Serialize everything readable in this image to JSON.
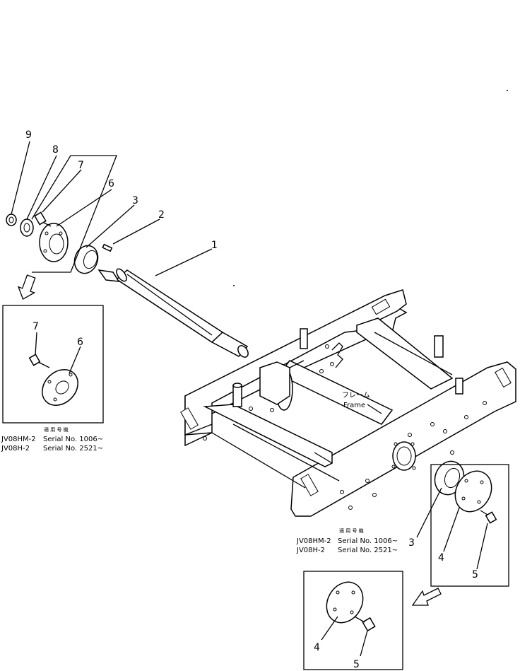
{
  "callouts": {
    "n1": "1",
    "n2": "2",
    "n3": "3",
    "n6": "6",
    "n7": "7",
    "n8": "8",
    "n9": "9",
    "inset_left_7": "7",
    "inset_left_6": "6",
    "right_3": "3",
    "right_4": "4",
    "right_5": "5",
    "inset_bottom_4": "4",
    "inset_bottom_5": "5"
  },
  "frame_label": {
    "jp": "フレーム",
    "en": "Frame"
  },
  "serial_left": {
    "heading": "適 用 号 機",
    "rows": [
      {
        "model": "JV08HM-2",
        "serial": "Serial No. 1006~"
      },
      {
        "model": "JV08H-2",
        "serial": "Serial No. 2521~"
      }
    ]
  },
  "serial_right": {
    "heading": "適 用 号 機",
    "rows": [
      {
        "model": "JV08HM-2",
        "serial": "Serial No. 1006~"
      },
      {
        "model": "JV08H-2",
        "serial": "Serial No. 2521~"
      }
    ]
  }
}
